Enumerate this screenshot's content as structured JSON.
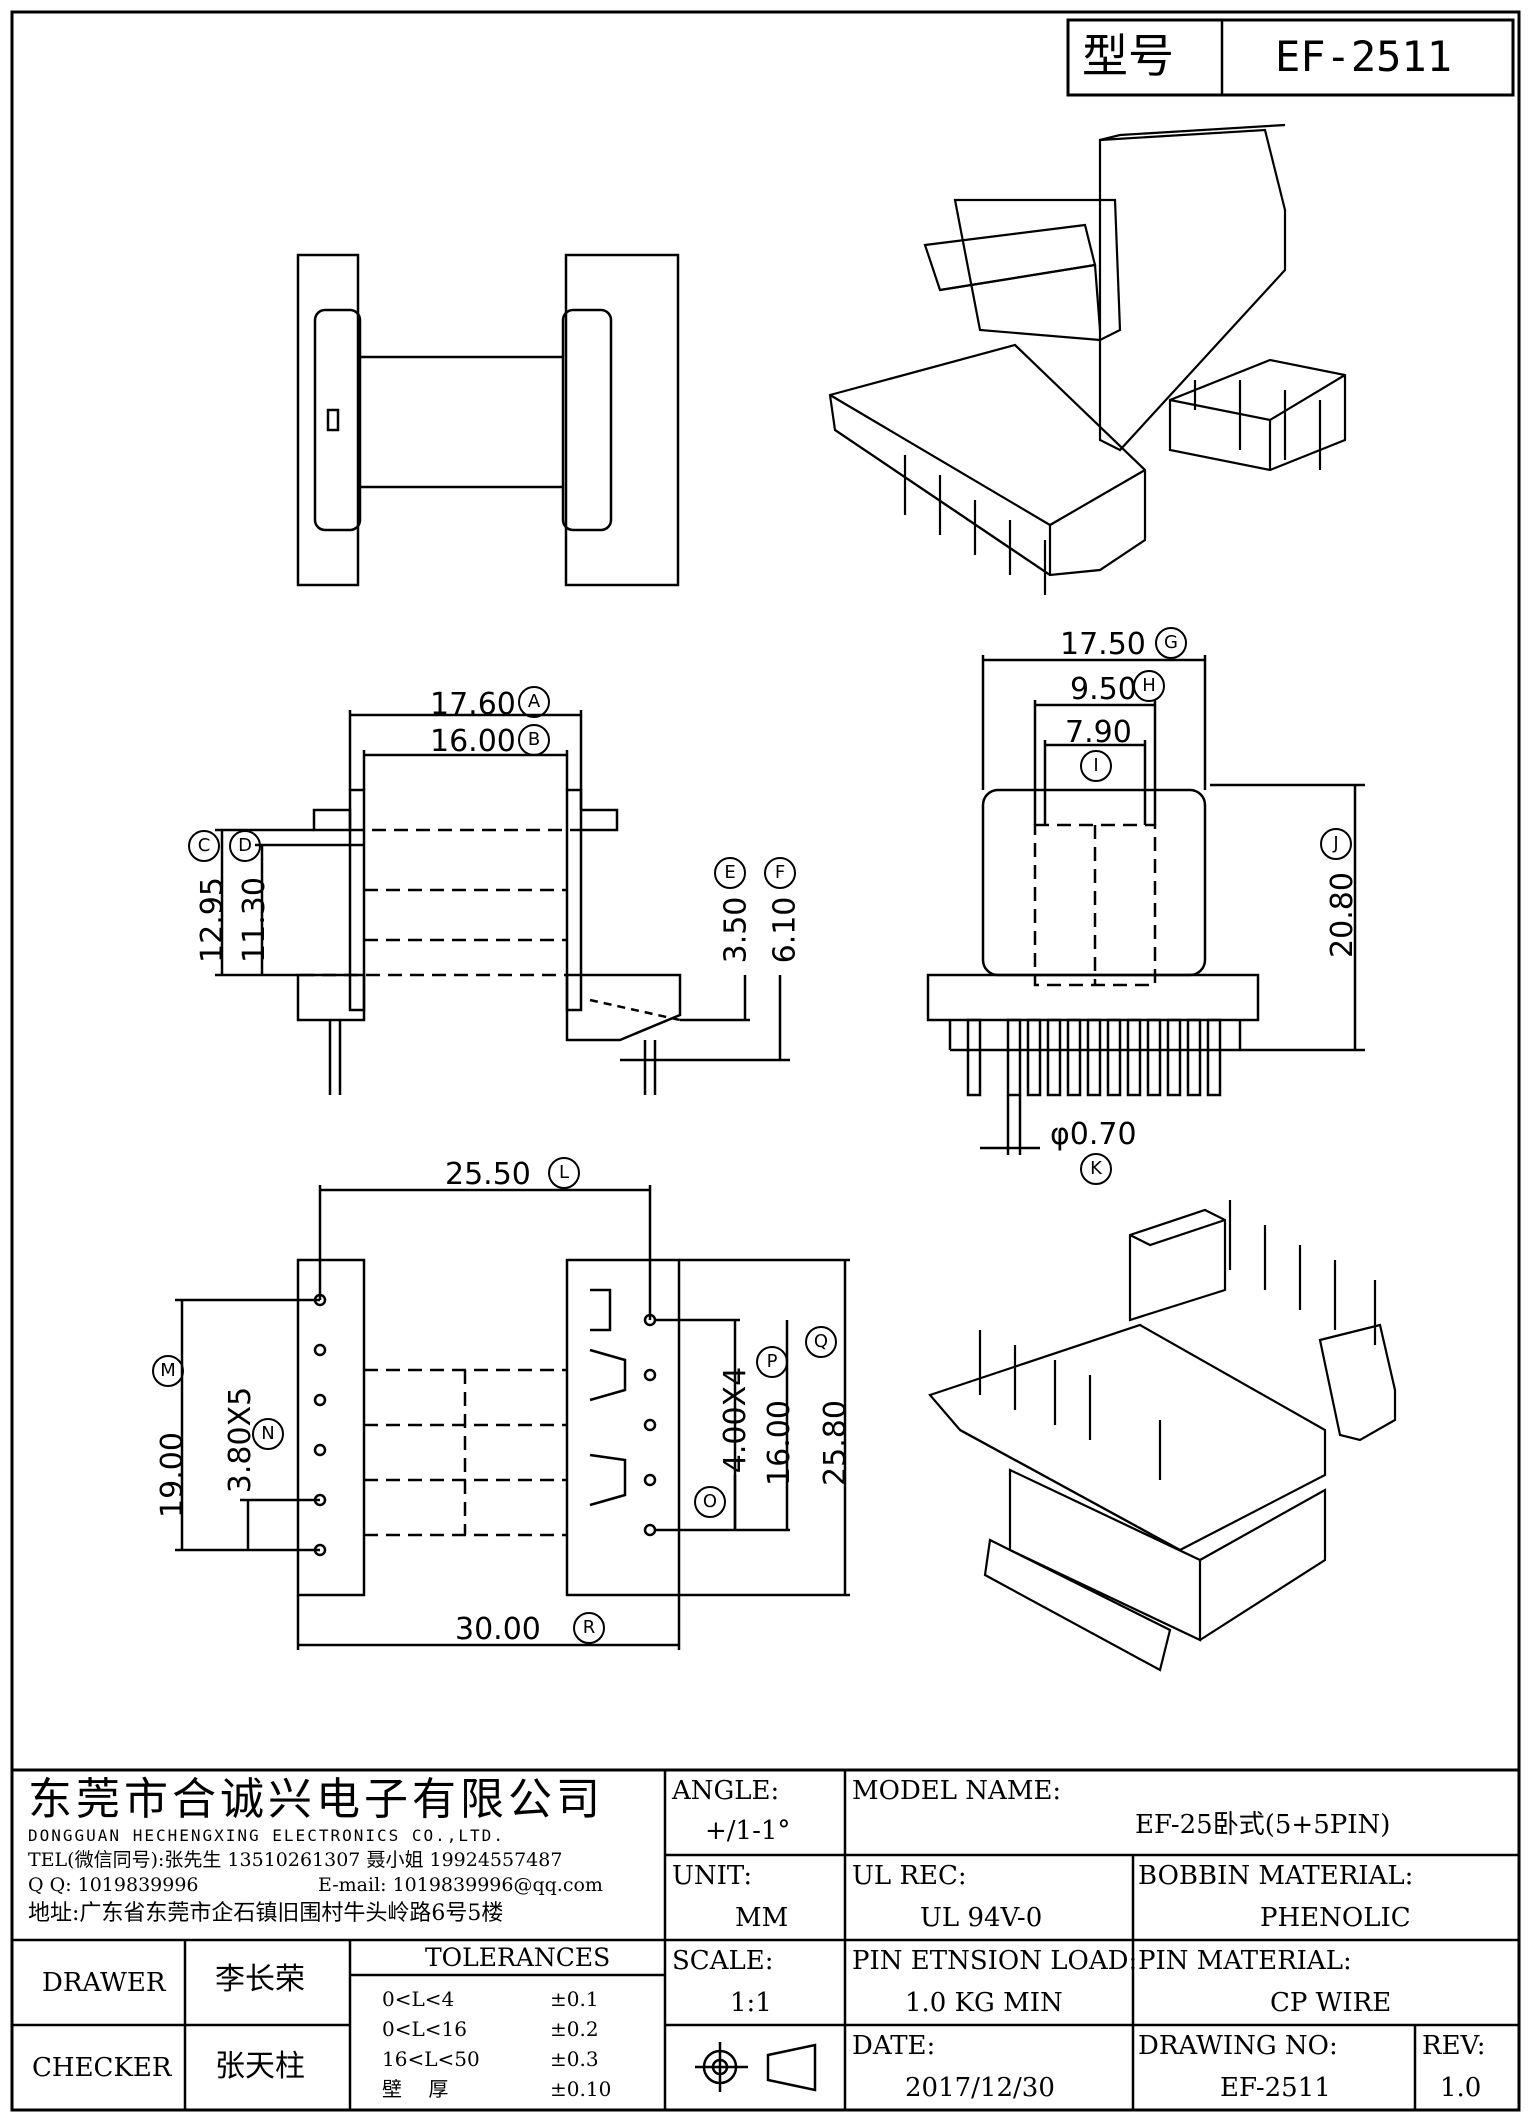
{
  "header": {
    "model_label": "型号",
    "model_value": "EF-2511"
  },
  "dimensions": {
    "A": {
      "value": "17.60",
      "letter": "A"
    },
    "B": {
      "value": "16.00",
      "letter": "B"
    },
    "C": {
      "value": "12.95",
      "letter": "C"
    },
    "D": {
      "value": "11.30",
      "letter": "D"
    },
    "E": {
      "value": "3.50",
      "letter": "E"
    },
    "F": {
      "value": "6.10",
      "letter": "F"
    },
    "G": {
      "value": "17.50",
      "letter": "G"
    },
    "H": {
      "value": "9.50",
      "letter": "H"
    },
    "I": {
      "value": "7.90",
      "letter": "I"
    },
    "J": {
      "value": "20.80",
      "letter": "J"
    },
    "K": {
      "value": "φ0.70",
      "letter": "K"
    },
    "L": {
      "value": "25.50",
      "letter": "L"
    },
    "M": {
      "value": "19.00",
      "letter": "M"
    },
    "N": {
      "value": "3.80X5",
      "letter": "N"
    },
    "O": {
      "value": "",
      "letter": "O"
    },
    "P": {
      "value": "4.00X4",
      "letter": "P"
    },
    "P2": {
      "value": "16.00"
    },
    "Q": {
      "value": "25.80",
      "letter": "Q"
    },
    "R": {
      "value": "30.00",
      "letter": "R"
    }
  },
  "title_block": {
    "company_cn": "东莞市合诚兴电子有限公司",
    "company_en": "DONGGUAN HECHENGXING ELECTRONICS CO.,LTD.",
    "tel": "TEL(微信同号):张先生 13510261307 聂小姐 19924557487",
    "qq": "Q Q: 1019839996",
    "email": "E-mail: 1019839996@qq.com",
    "address": "地址:广东省东莞市企石镇旧围村牛头岭路6号5楼",
    "angle_label": "ANGLE:",
    "angle_value": "+/1-1°",
    "unit_label": "UNIT:",
    "unit_value": "MM",
    "scale_label": "SCALE:",
    "scale_value": "1:1",
    "model_name_label": "MODEL NAME:",
    "model_name_value": "EF-25卧式(5+5PIN)",
    "ul_label": "UL REC:",
    "ul_value": "UL 94V-0",
    "bobbin_label": "BOBBIN MATERIAL:",
    "bobbin_value": "PHENOLIC",
    "pin_load_label": "PIN ETNSION LOAD:",
    "pin_load_value": "1.0 KG MIN",
    "pin_mat_label": "PIN MATERIAL:",
    "pin_mat_value": "CP WIRE",
    "date_label": "DATE:",
    "date_value": "2017/12/30",
    "drawing_no_label": "DRAWING NO:",
    "drawing_no_value": "EF-2511",
    "rev_label": "REV:",
    "rev_value": "1.0",
    "drawer_label": "DRAWER",
    "drawer_name": "李长荣",
    "checker_label": "CHECKER",
    "checker_name": "张天柱",
    "tolerances_label": "TOLERANCES",
    "tolerances": [
      {
        "range": "0<L<4",
        "tol": "±0.1"
      },
      {
        "range": "0<L<16",
        "tol": "±0.2"
      },
      {
        "range": "16<L<50",
        "tol": "±0.3"
      },
      {
        "range": "壁　 厚",
        "tol": "±0.10"
      }
    ]
  }
}
